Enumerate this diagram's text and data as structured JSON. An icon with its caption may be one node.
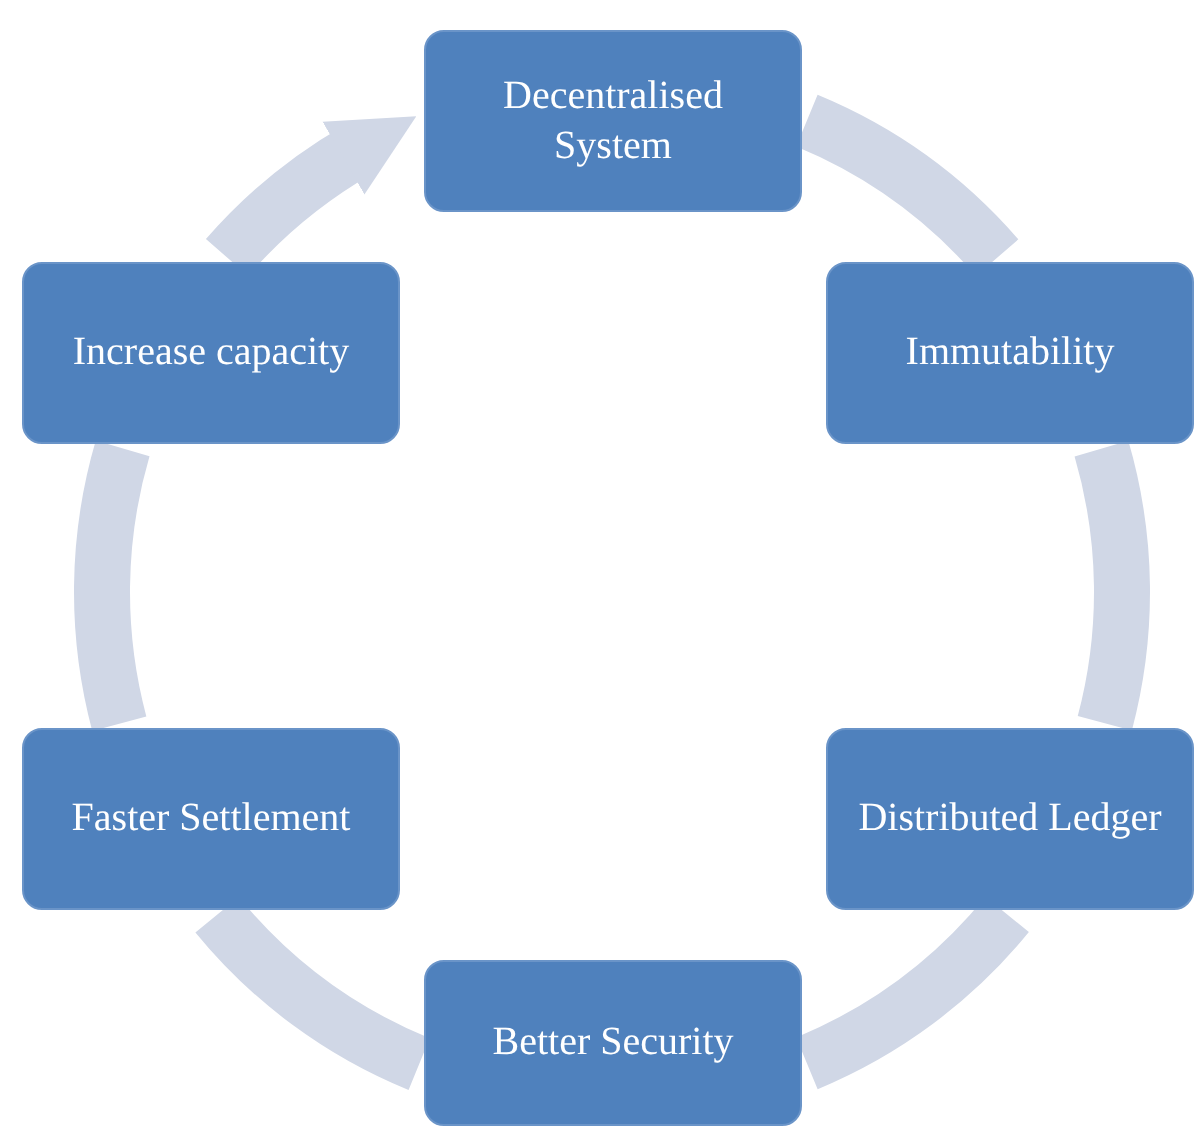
{
  "diagram": {
    "nodes": [
      {
        "text": [
          "Decentralised System"
        ]
      },
      {
        "text": [
          "Immutability"
        ]
      },
      {
        "text": [
          "Distributed Ledger"
        ]
      },
      {
        "text": [
          "Better Security"
        ]
      },
      {
        "text": [
          "Faster Settlement"
        ]
      },
      {
        "text": [
          "Increase capacity"
        ]
      }
    ],
    "edges": [
      {
        "from": 0,
        "to": 1,
        "arrow": "none"
      },
      {
        "from": 1,
        "to": 2,
        "arrow": "none"
      },
      {
        "from": 2,
        "to": 3,
        "arrow": "none"
      },
      {
        "from": 3,
        "to": 4,
        "arrow": "none"
      },
      {
        "from": 4,
        "to": 5,
        "arrow": "none"
      },
      {
        "from": 5,
        "to": 0,
        "arrow": "to"
      }
    ]
  }
}
